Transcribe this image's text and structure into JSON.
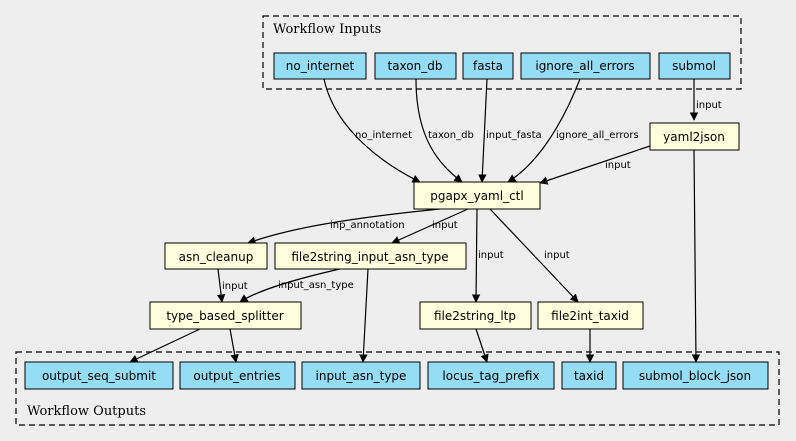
{
  "clusters": {
    "inputs": "Workflow Inputs",
    "outputs": "Workflow Outputs"
  },
  "inputs": {
    "no_internet": "no_internet",
    "taxon_db": "taxon_db",
    "fasta": "fasta",
    "ignore_all_errors": "ignore_all_errors",
    "submol": "submol"
  },
  "steps": {
    "yaml2json": "yaml2json",
    "pgapx_yaml_ctl": "pgapx_yaml_ctl",
    "asn_cleanup": "asn_cleanup",
    "file2string_input_asn_type": "file2string_input_asn_type",
    "type_based_splitter": "type_based_splitter",
    "file2string_ltp": "file2string_ltp",
    "file2int_taxid": "file2int_taxid"
  },
  "outputs": {
    "output_seq_submit": "output_seq_submit",
    "output_entries": "output_entries",
    "input_asn_type": "input_asn_type",
    "locus_tag_prefix": "locus_tag_prefix",
    "taxid": "taxid",
    "submol_block_json": "submol_block_json"
  },
  "edge_labels": {
    "submol_to_yaml2json": "input",
    "no_internet_to_pgapx": "no_internet",
    "taxon_db_to_pgapx": "taxon_db",
    "fasta_to_pgapx": "input_fasta",
    "ignore_to_pgapx": "ignore_all_errors",
    "yaml2json_to_pgapx": "input",
    "pgapx_to_asn_cleanup": "inp_annotation",
    "pgapx_to_file2string": "input",
    "pgapx_to_ltp": "input",
    "pgapx_to_taxid": "input",
    "asn_cleanup_to_splitter": "input",
    "file2string_to_splitter": "input_asn_type"
  }
}
